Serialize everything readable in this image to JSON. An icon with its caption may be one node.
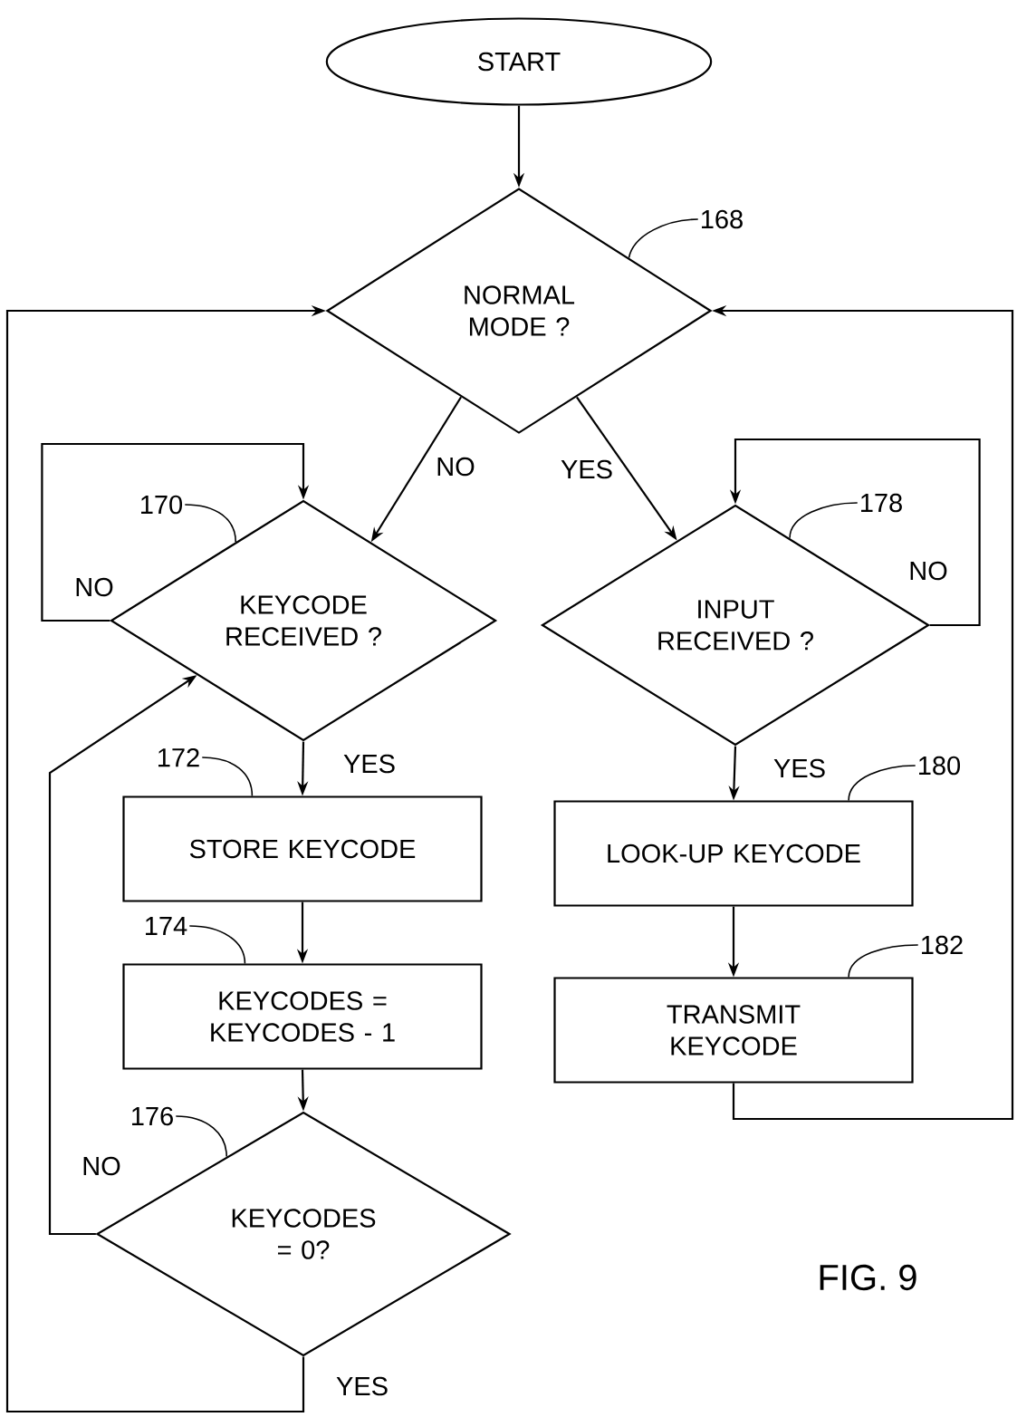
{
  "diagram": {
    "nodes": [
      {
        "text": [
          "START"
        ]
      },
      {
        "text": [
          "NORMAL MODE ?"
        ]
      },
      {
        "text": [
          "KEYCODE RECEIVED ?"
        ]
      },
      {
        "text": [
          "INPUT RECEIVED ?"
        ]
      },
      {
        "text": [
          "STORE KEYCODE"
        ]
      },
      {
        "text": [
          "LOOK-UP KEYCODE"
        ]
      },
      {
        "text": [
          "KEYCODES = KEYCODES - 1"
        ]
      },
      {
        "text": [
          "TRANSMIT KEYCODE"
        ]
      },
      {
        "text": [
          "KEYCODES = 0?"
        ]
      },
      {
        "text": [
          "168"
        ]
      },
      {
        "text": [
          "170"
        ]
      },
      {
        "text": [
          "172"
        ]
      },
      {
        "text": [
          "174"
        ]
      },
      {
        "text": [
          "176"
        ]
      },
      {
        "text": [
          "178"
        ]
      },
      {
        "text": [
          "180"
        ]
      },
      {
        "text": [
          "182"
        ]
      }
    ],
    "edges": [
      {
        "from": 0,
        "to": 1,
        "arrow": "to"
      },
      {
        "from": 1,
        "to": 2,
        "arrow": "to",
        "label": "NO"
      },
      {
        "from": 1,
        "to": 3,
        "arrow": "to",
        "label": "YES"
      },
      {
        "from": 2,
        "to": 2,
        "arrow": "to",
        "label": "NO"
      },
      {
        "from": 2,
        "to": 4,
        "arrow": "to",
        "label": "YES"
      },
      {
        "from": 4,
        "to": 6,
        "arrow": "to"
      },
      {
        "from": 6,
        "to": 8,
        "arrow": "to"
      },
      {
        "from": 8,
        "to": 2,
        "arrow": "to",
        "label": "NO"
      },
      {
        "from": 8,
        "to": 1,
        "arrow": "to",
        "label": "YES"
      },
      {
        "from": 3,
        "to": 3,
        "arrow": "to",
        "label": "NO"
      },
      {
        "from": 3,
        "to": 5,
        "arrow": "to",
        "label": "YES"
      },
      {
        "from": 5,
        "to": 7,
        "arrow": "to"
      },
      {
        "from": 7,
        "to": 1,
        "arrow": "to"
      },
      {
        "from": 9,
        "to": 1,
        "arrow": "none"
      },
      {
        "from": 10,
        "to": 2,
        "arrow": "none"
      },
      {
        "from": 11,
        "to": 4,
        "arrow": "none"
      },
      {
        "from": 12,
        "to": 6,
        "arrow": "none"
      },
      {
        "from": 13,
        "to": 8,
        "arrow": "none"
      },
      {
        "from": 14,
        "to": 3,
        "arrow": "none"
      },
      {
        "from": 15,
        "to": 5,
        "arrow": "none"
      },
      {
        "from": 16,
        "to": 7,
        "arrow": "none"
      }
    ],
    "labels": [
      "FIG. 9"
    ]
  }
}
